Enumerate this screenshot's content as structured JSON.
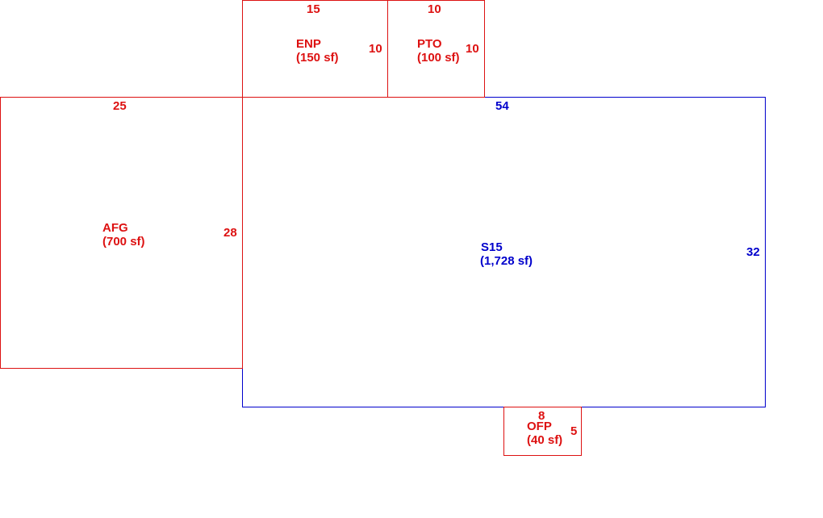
{
  "colors": {
    "main": "#0000cc",
    "addition": "#dd1111",
    "background": "#ffffff"
  },
  "areas": [
    {
      "id": "s15",
      "code": "S15",
      "area_text": "(1,728 sf)",
      "color_role": "main",
      "dimensions": {
        "top": "54",
        "right": "32"
      }
    },
    {
      "id": "afg",
      "code": "AFG",
      "area_text": "(700 sf)",
      "color_role": "addition",
      "dimensions": {
        "top": "25",
        "right": "28"
      }
    },
    {
      "id": "enp",
      "code": "ENP",
      "area_text": "(150 sf)",
      "color_role": "addition",
      "dimensions": {
        "top": "15",
        "right": "10"
      }
    },
    {
      "id": "pto",
      "code": "PTO",
      "area_text": "(100 sf)",
      "color_role": "addition",
      "dimensions": {
        "top": "10",
        "right": "10"
      }
    },
    {
      "id": "ofp",
      "code": "OFP",
      "area_text": "(40 sf)",
      "color_role": "addition",
      "dimensions": {
        "top": "8",
        "right": "5"
      }
    }
  ]
}
